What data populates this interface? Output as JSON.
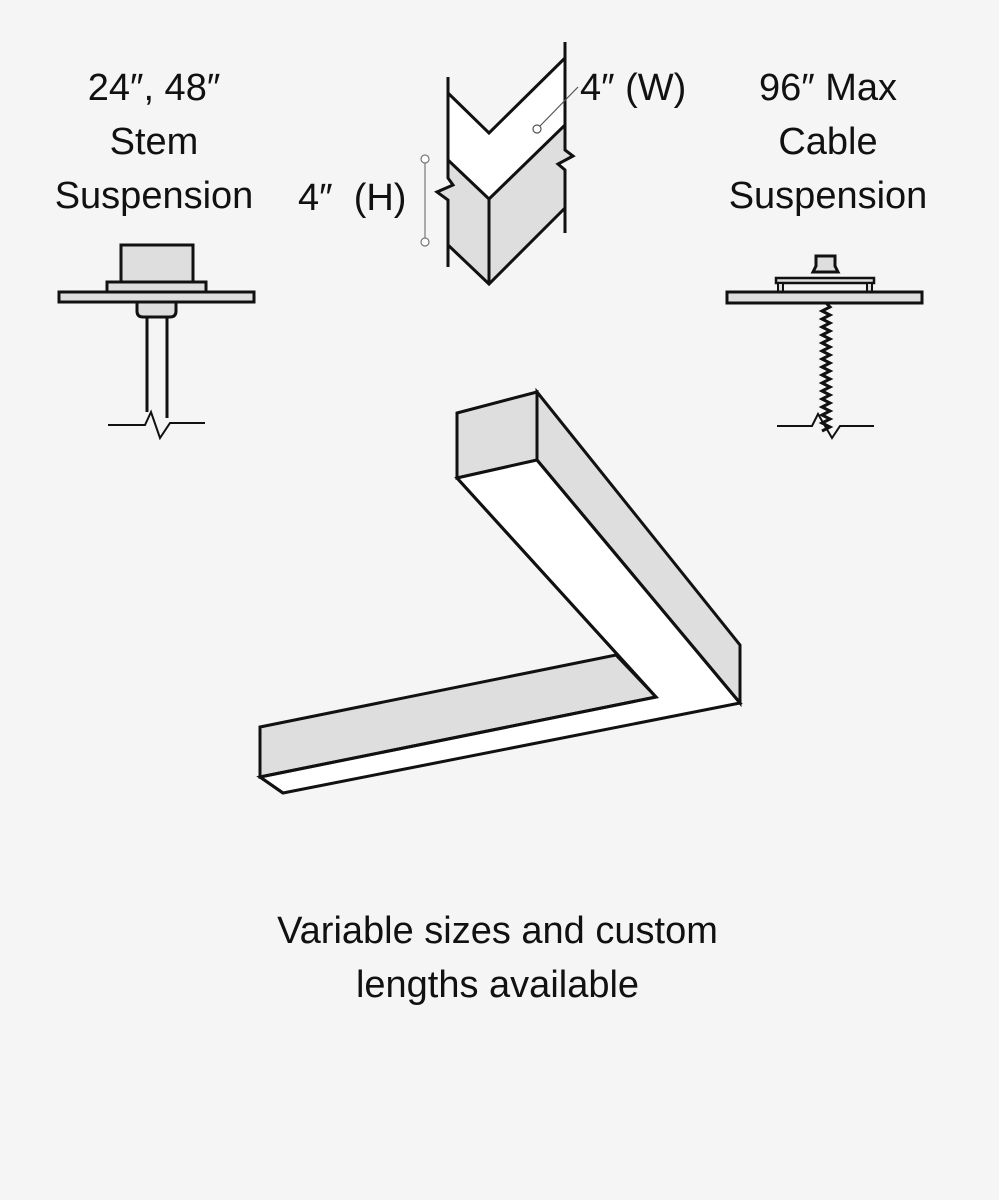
{
  "stem": {
    "line1": "24″, 48″",
    "line2": "Stem",
    "line3": "Suspension"
  },
  "cable": {
    "line1": "96″ Max",
    "line2": "Cable",
    "line3": "Suspension"
  },
  "dimensions": {
    "height": "4″  (H)",
    "width": "4″ (W)"
  },
  "caption": {
    "line1": "Variable sizes and custom",
    "line2": "lengths available"
  },
  "colors": {
    "background": "#f5f5f5",
    "face_grey": "#dedede",
    "face_white": "#ffffff",
    "stroke": "#111111"
  }
}
